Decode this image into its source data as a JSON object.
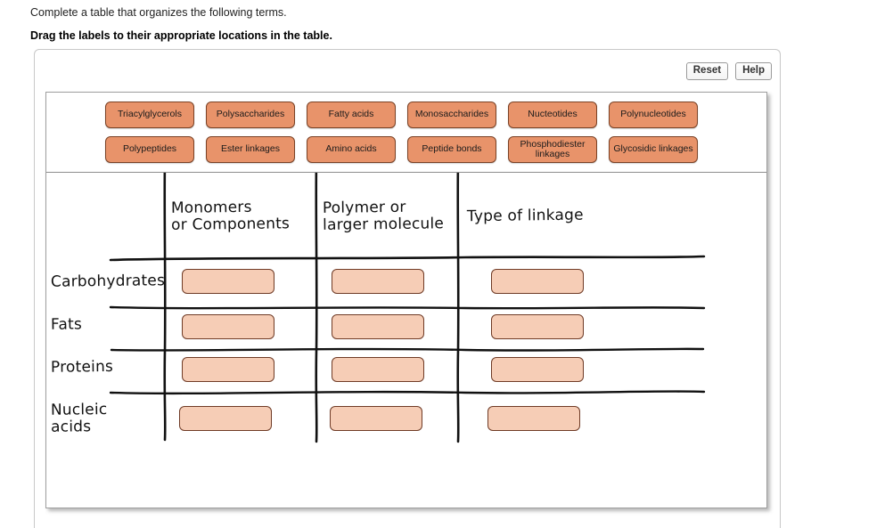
{
  "instructions": {
    "line1": "Complete a table that organizes the following terms.",
    "line2": "Drag the labels to their appropriate locations in the table."
  },
  "toolbar": {
    "reset_label": "Reset",
    "help_label": "Help"
  },
  "label_bank": {
    "rows": [
      [
        {
          "label": "Triacylglycerols"
        },
        {
          "label": "Polysaccharides"
        },
        {
          "label": "Fatty acids"
        },
        {
          "label": "Monosaccharides"
        },
        {
          "label": "Nucteotides"
        },
        {
          "label": "Polynucleotides"
        }
      ],
      [
        {
          "label": "Polypeptides"
        },
        {
          "label": "Ester linkages"
        },
        {
          "label": "Amino acids"
        },
        {
          "label": "Peptide bonds"
        },
        {
          "label": "Phosphodiester linkages"
        },
        {
          "label": "Glycosidic linkages"
        }
      ]
    ]
  },
  "table": {
    "column_headers": [
      "Monomers\nor Components",
      "Polymer or\nlarger molecule",
      "Type of linkage"
    ],
    "row_headers": [
      "Carbohydrates",
      "Fats",
      "Proteins",
      "Nucleic\nacids"
    ],
    "cells": [
      [
        "",
        "",
        ""
      ],
      [
        "",
        "",
        ""
      ],
      [
        "",
        "",
        ""
      ],
      [
        "",
        "",
        ""
      ]
    ]
  },
  "colors": {
    "label_fill": "#e8936a",
    "label_border": "#7a4226",
    "dropzone_fill": "#f6cdb6",
    "dropzone_border": "#6f3b26",
    "ink": "#111111"
  }
}
